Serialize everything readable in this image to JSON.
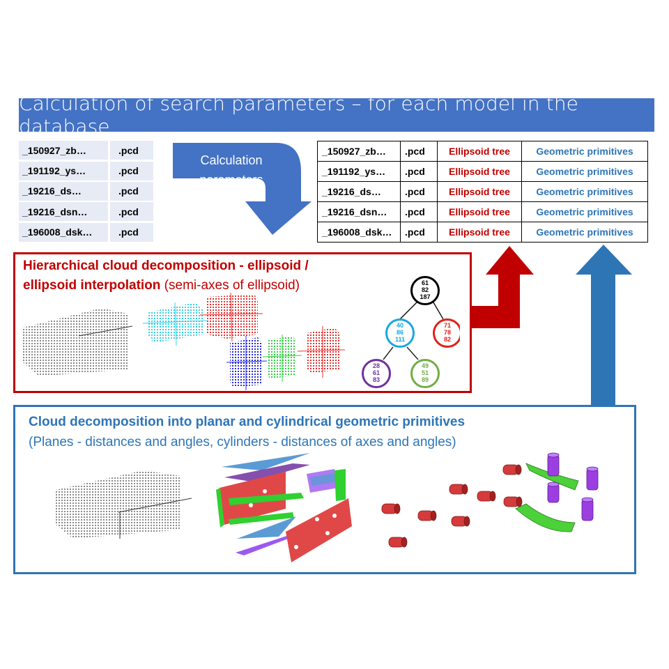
{
  "title": "Calculation of search parameters – for each model in the database",
  "arrow_label": "Calculation parameters",
  "models": [
    {
      "name": "_150927_zb…",
      "ext": ".pcd"
    },
    {
      "name": "_191192_ys…",
      "ext": ".pcd"
    },
    {
      "name": "_19216_ds…",
      "ext": ".pcd"
    },
    {
      "name": "_19216_dsn…",
      "ext": ".pcd"
    },
    {
      "name": "_196008_dsk…",
      "ext": ".pcd"
    }
  ],
  "result_columns": {
    "ellipsoid": "Ellipsoid tree",
    "primitives": "Geometric primitives"
  },
  "ellipsoid_section": {
    "heading_bold": "Hierarchical cloud decomposition - ellipsoid / ellipsoid interpolation",
    "heading_normal": " (semi-axes of ellipsoid)",
    "tree_nodes": [
      {
        "id": "root",
        "values": [
          "61",
          "82",
          "187"
        ],
        "color": "#000000"
      },
      {
        "id": "left",
        "values": [
          "40",
          "86",
          "111"
        ],
        "color": "#1aa7e0"
      },
      {
        "id": "right",
        "values": [
          "71",
          "78",
          "82"
        ],
        "color": "#e0201a"
      },
      {
        "id": "left-left",
        "values": [
          "28",
          "61",
          "83"
        ],
        "color": "#7030a0"
      },
      {
        "id": "left-right",
        "values": [
          "49",
          "51",
          "89"
        ],
        "color": "#70ad47"
      }
    ]
  },
  "primitives_section": {
    "heading": "Cloud decomposition into planar and cylindrical geometric primitives",
    "subheading": "(Planes - distances and angles, cylinders - distances of axes and angles)"
  },
  "colors": {
    "accent_blue": "#4472c4",
    "dark_red": "#c00000",
    "steel_blue": "#2e75b6"
  }
}
